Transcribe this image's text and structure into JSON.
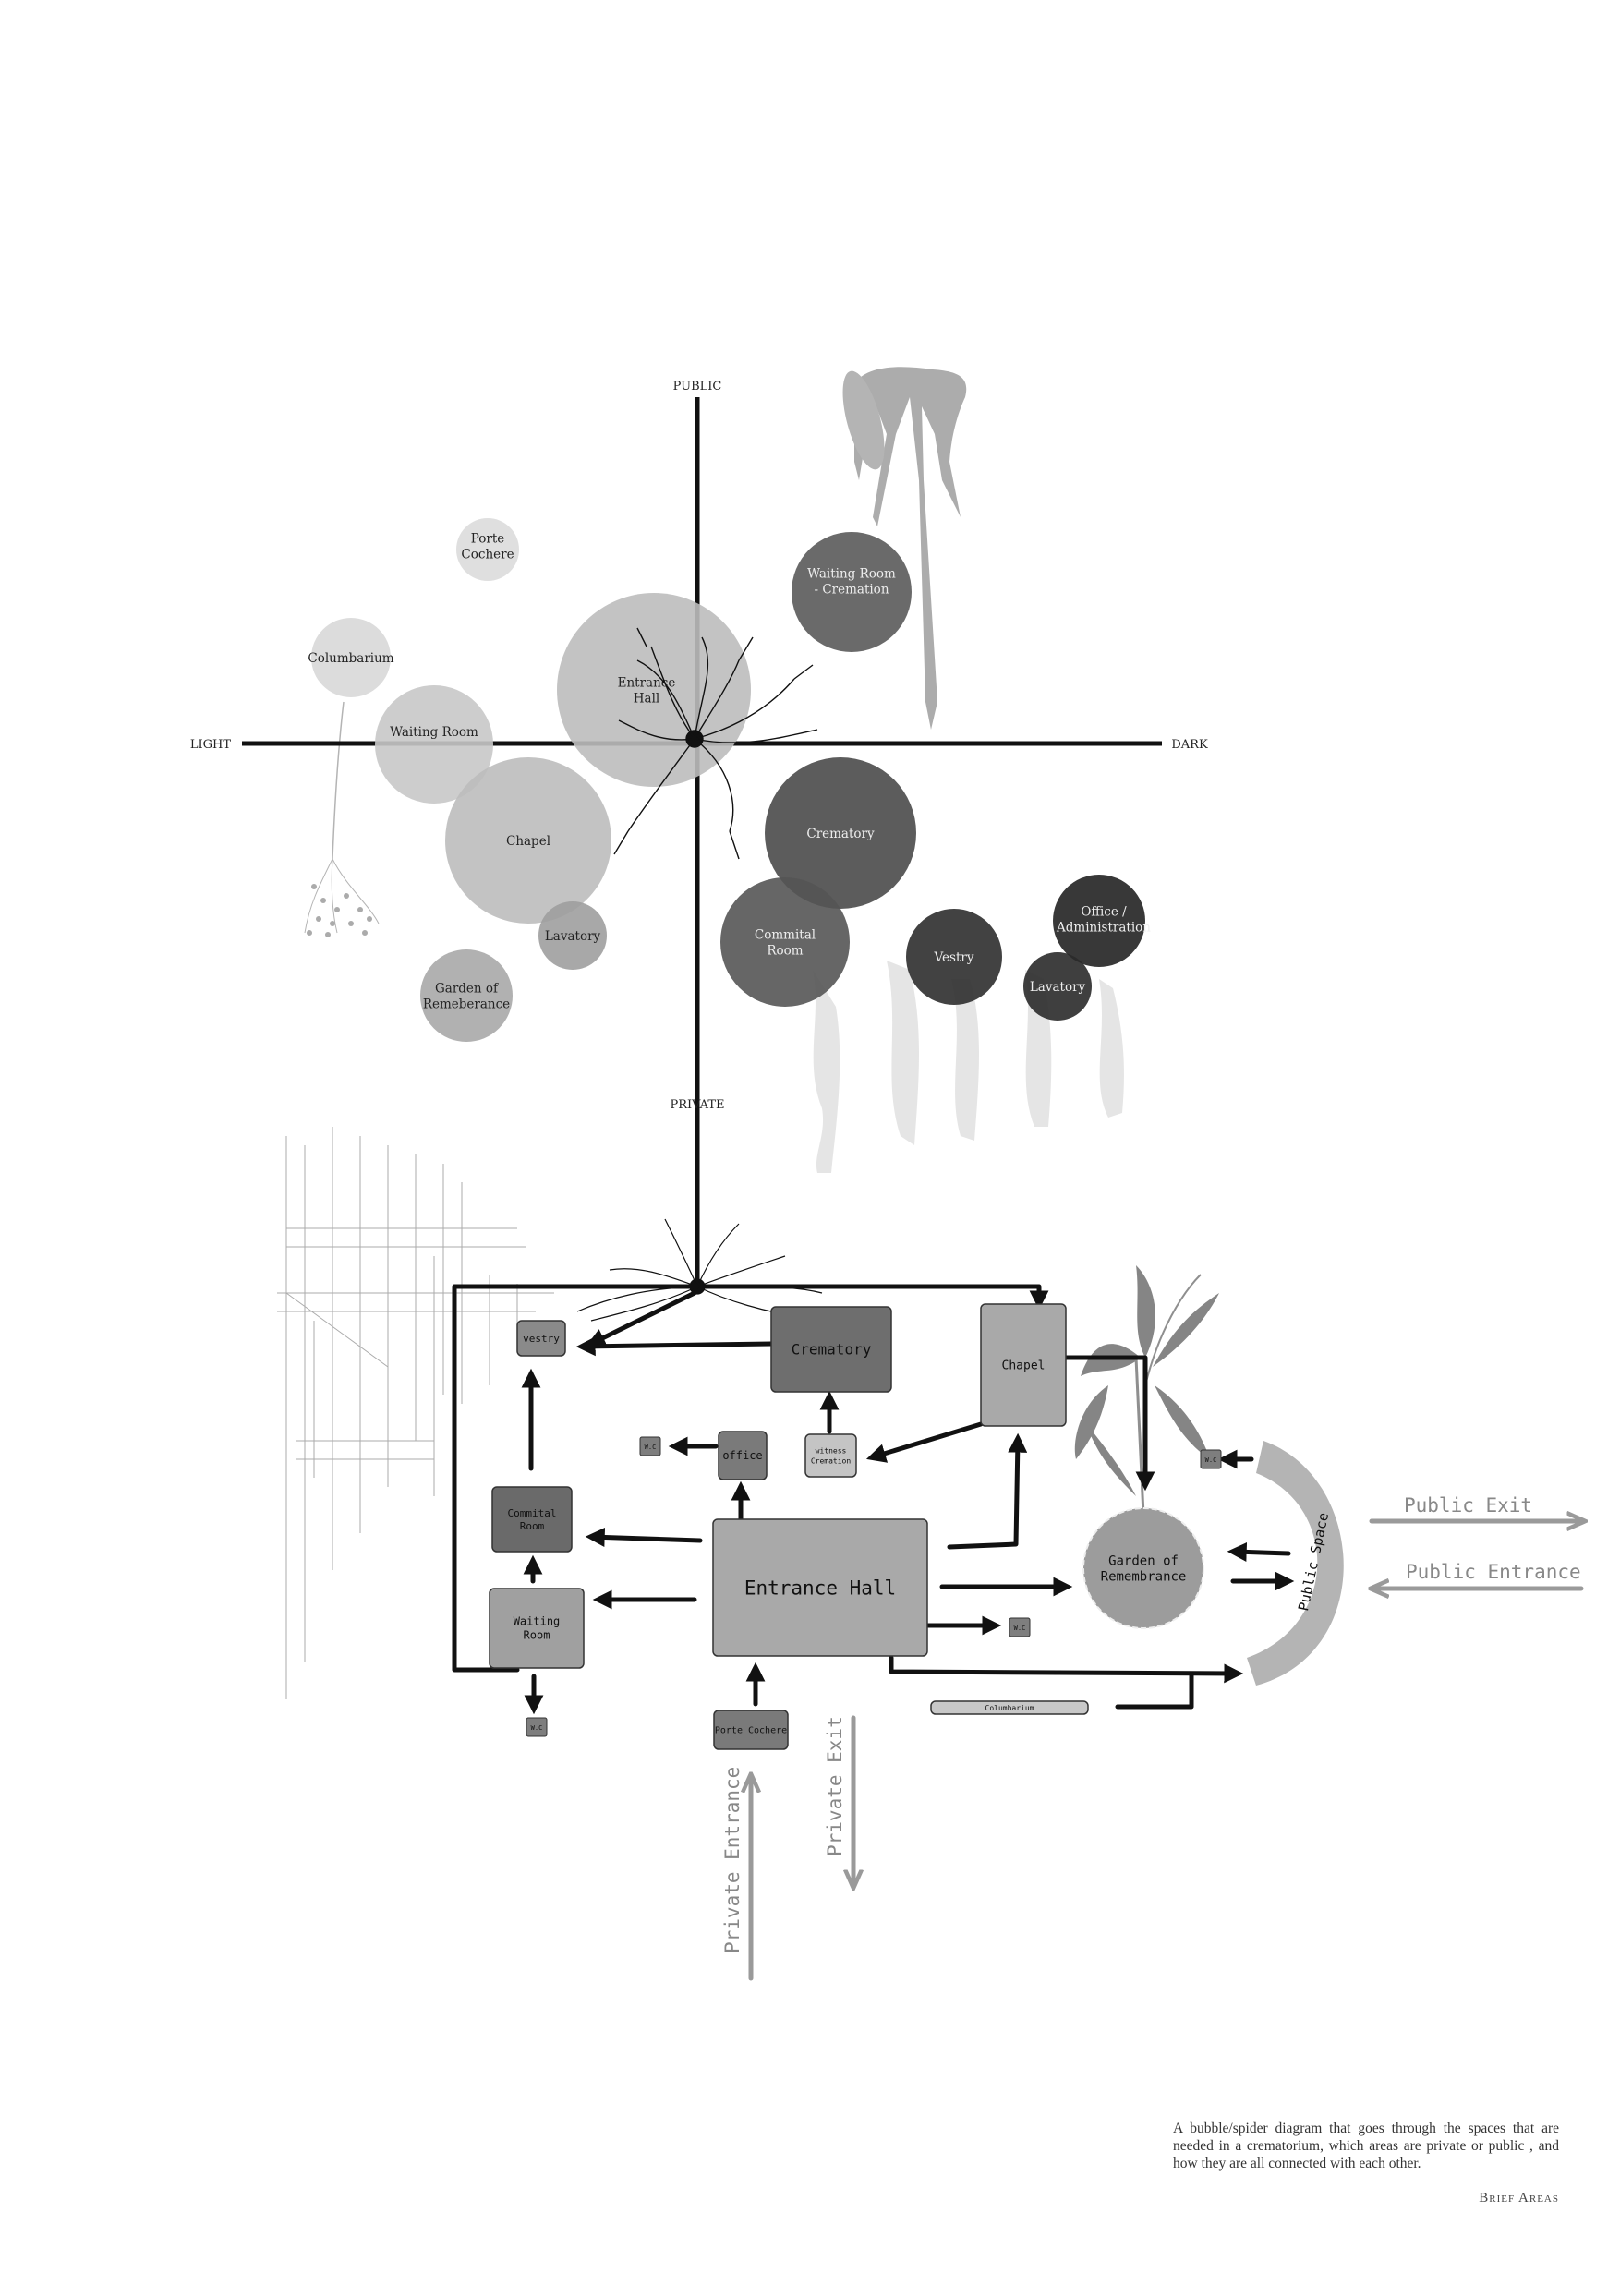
{
  "axes": {
    "top": "PUBLIC",
    "bottom": "PRIVATE",
    "left": "LIGHT",
    "right": "DARK"
  },
  "bubbles": [
    {
      "id": "porte-cochere",
      "lines": [
        "Porte",
        "Cochere"
      ],
      "fill": "#dcdcdc"
    },
    {
      "id": "columbarium",
      "lines": [
        "Columbarium"
      ],
      "fill": "#d8d8d8"
    },
    {
      "id": "waiting-room-light",
      "lines": [
        "Waiting Room"
      ],
      "fill": "#c8c8c8"
    },
    {
      "id": "entrance-hall",
      "lines": [
        "Entrance",
        "Hall"
      ],
      "fill": "#bdbdbd"
    },
    {
      "id": "chapel",
      "lines": [
        "Chapel"
      ],
      "fill": "#bdbdbd"
    },
    {
      "id": "lavatory-light",
      "lines": [
        "Lavatory"
      ],
      "fill": "#9e9e9e"
    },
    {
      "id": "garden-of-remeberance",
      "lines": [
        "Garden of",
        "Remeberance"
      ],
      "fill": "#a8a8a8"
    },
    {
      "id": "waiting-room-cremation",
      "lines": [
        "Waiting Room",
        "- Cremation"
      ],
      "fill": "#5a5a5a"
    },
    {
      "id": "crematory",
      "lines": [
        "Crematory"
      ],
      "fill": "#4a4a4a"
    },
    {
      "id": "commital-room",
      "lines": [
        "Commital",
        "Room"
      ],
      "fill": "#555555"
    },
    {
      "id": "vestry",
      "lines": [
        "Vestry"
      ],
      "fill": "#2e2e2e"
    },
    {
      "id": "office-administration",
      "lines": [
        "Office /",
        "Administration"
      ],
      "fill": "#222222"
    },
    {
      "id": "lavatory-dark",
      "lines": [
        "Lavatory"
      ],
      "fill": "#2a2a2a"
    }
  ],
  "flow": {
    "rooms": [
      {
        "id": "vestry-box",
        "label": "vestry",
        "fill": "#8a8a8a"
      },
      {
        "id": "crematory-box",
        "label": "Crematory",
        "fill": "#6e6e6e"
      },
      {
        "id": "chapel-box",
        "label": "Chapel",
        "fill": "#a9a9a9"
      },
      {
        "id": "office-box",
        "label": "office",
        "fill": "#7a7a7a"
      },
      {
        "id": "witness-box",
        "lines": [
          "witness",
          "Cremation"
        ],
        "fill": "#c4c4c4"
      },
      {
        "id": "commital-box",
        "lines": [
          "Commital",
          "Room"
        ],
        "fill": "#6a6a6a"
      },
      {
        "id": "waiting-box",
        "lines": [
          "Waiting",
          "Room"
        ],
        "fill": "#a0a0a0"
      },
      {
        "id": "entrance-hall-box",
        "label": "Entrance Hall",
        "fill": "#a9a9a9"
      },
      {
        "id": "porte-cochere-box",
        "label": "Porte Cochere",
        "fill": "#7a7a7a"
      },
      {
        "id": "garden-box",
        "lines": [
          "Garden of",
          "Remembrance"
        ],
        "fill": "#9c9c9c"
      },
      {
        "id": "columbarium-box",
        "label": "Columbarium",
        "fill": "#c8c8c8"
      },
      {
        "id": "public-space",
        "label": "Public Space",
        "fill": "#b4b4b4"
      }
    ],
    "wc_label": "W.C",
    "wc_fill": "#7e7e7e",
    "labels": {
      "public_exit": "Public Exit",
      "public_entrance": "Public Entrance",
      "private_entrance": "Private Entrance",
      "private_exit": "Private Exit"
    },
    "arrow_grey": "#9a9a9a"
  },
  "caption": {
    "text": "A bubble/spider diagram that goes through the spaces that are needed in a crematorium, which areas are private or public , and how they are all connected with each other.",
    "title": "Brief Areas"
  }
}
